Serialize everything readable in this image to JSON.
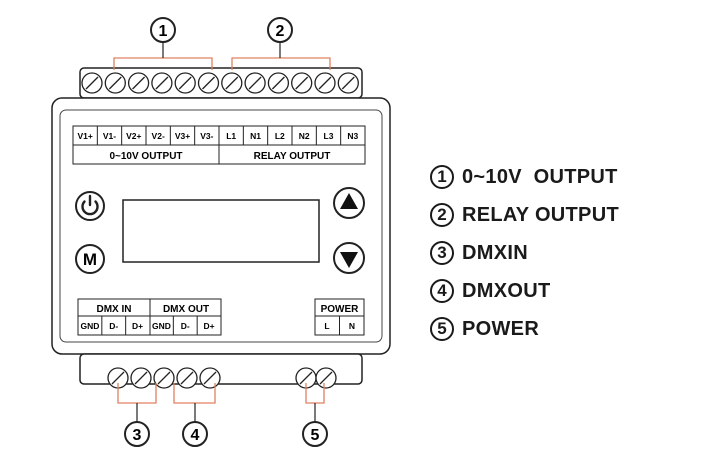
{
  "callouts": {
    "top": [
      "1",
      "2"
    ],
    "bottom": [
      "3",
      "4",
      "5"
    ]
  },
  "top_terminals": {
    "output_pins": [
      "V1+",
      "V1-",
      "V2+",
      "V2-",
      "V3+",
      "V3-"
    ],
    "relay_pins": [
      "L1",
      "N1",
      "L2",
      "N2",
      "L3",
      "N3"
    ],
    "output_group_label": "0~10V OUTPUT",
    "relay_group_label": "RELAY OUTPUT"
  },
  "bottom_terminals": {
    "dmx_in_label": "DMX IN",
    "dmx_out_label": "DMX OUT",
    "dmx_in_pins": [
      "GND",
      "D-",
      "D+"
    ],
    "dmx_out_pins": [
      "GND",
      "D-",
      "D+"
    ],
    "power_label": "POWER",
    "power_pins": [
      "L",
      "N"
    ]
  },
  "buttons": {
    "m_label": "M"
  },
  "legend": [
    {
      "num": "1",
      "label": "0~10V  OUTPUT"
    },
    {
      "num": "2",
      "label": "RELAY OUTPUT"
    },
    {
      "num": "3",
      "label": "DMXIN"
    },
    {
      "num": "4",
      "label": "DMXOUT"
    },
    {
      "num": "5",
      "label": "POWER"
    }
  ]
}
